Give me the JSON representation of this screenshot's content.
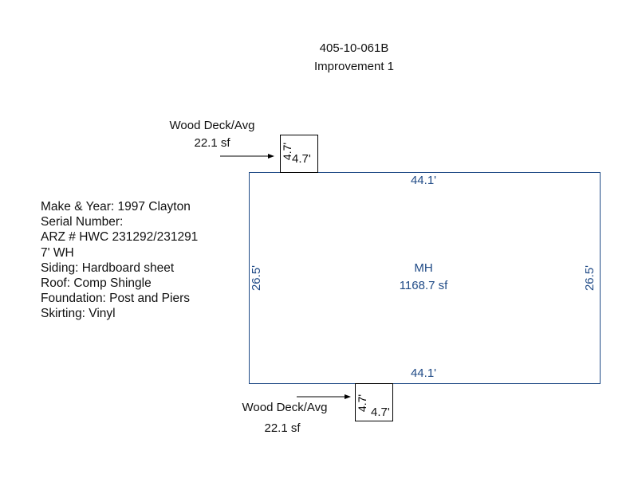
{
  "header": {
    "parcel": "405-10-061B",
    "improvement": "Improvement 1"
  },
  "notes": [
    "Make & Year: 1997 Clayton",
    "Serial Number:",
    "ARZ # HWC 231292/231291",
    "7' WH",
    "Siding: Hardboard sheet",
    "Roof: Comp Shingle",
    "Foundation: Post and Piers",
    "Skirting: Vinyl"
  ],
  "main": {
    "label": "MH",
    "area": "1168.7 sf",
    "top": "44.1'",
    "bottom": "44.1'",
    "left": "26.5'",
    "right": "26.5'"
  },
  "deck_top": {
    "label": "Wood Deck/Avg",
    "area": "22.1 sf",
    "side": "4.7'",
    "bottom": "4.7'"
  },
  "deck_bottom": {
    "label": "Wood Deck/Avg",
    "area": "22.1 sf",
    "side": "4.7'",
    "bottom": "4.7'"
  },
  "colors": {
    "main_outline": "#1f4a86",
    "deck_outline": "#000000"
  }
}
